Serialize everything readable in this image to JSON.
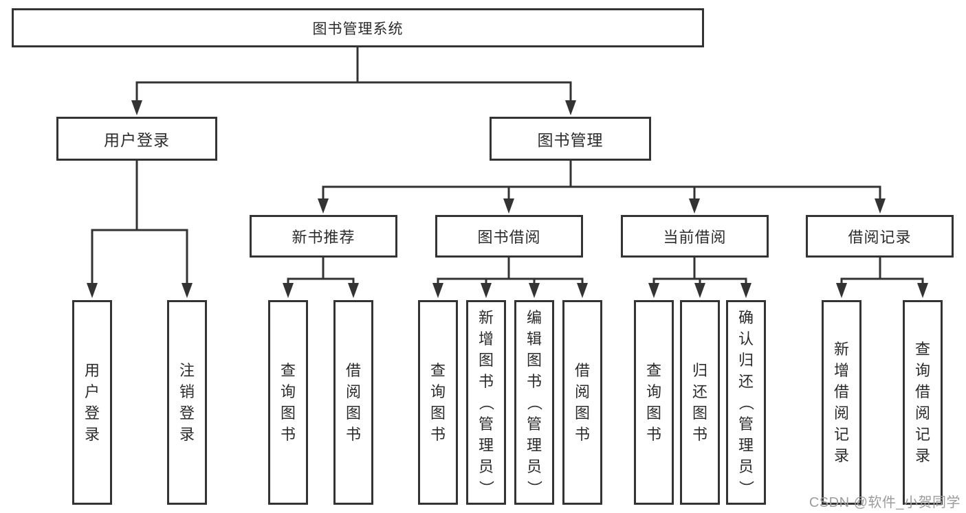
{
  "diagram": {
    "root": {
      "label": "图书管理系统"
    },
    "level2": [
      {
        "label": "用户登录"
      },
      {
        "label": "图书管理"
      }
    ],
    "level3": [
      {
        "label": "新书推荐"
      },
      {
        "label": "图书借阅"
      },
      {
        "label": "当前借阅"
      },
      {
        "label": "借阅记录"
      }
    ],
    "leaves": {
      "user_login": [
        "用户登录",
        "注销登录"
      ],
      "new_books": [
        "查询图书",
        "借阅图书"
      ],
      "book_borrow": [
        "查询图书",
        "新增图书（管理员）",
        "编辑图书（管理员）",
        "借阅图书"
      ],
      "current_borrow": [
        "查询图书",
        "归还图书",
        "确认归还（管理员）"
      ],
      "borrow_records": [
        "新增借阅记录",
        "查询借阅记录"
      ]
    },
    "colors": {
      "line": "#333333",
      "text": "#2b2b2b",
      "background": "#ffffff"
    }
  },
  "watermark": {
    "text": "CSDN @软件_小贺同学",
    "color": "#9c9c9c"
  }
}
